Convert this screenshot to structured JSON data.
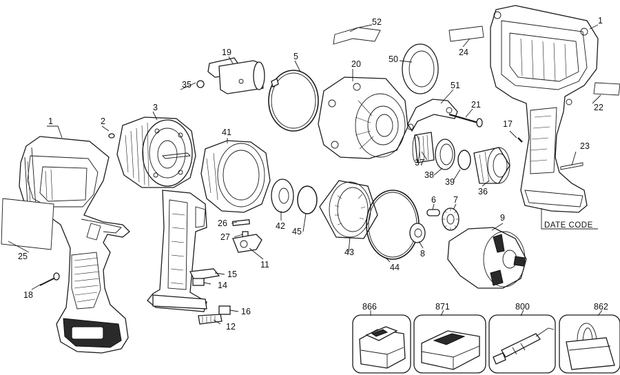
{
  "callouts": {
    "c1a": "1",
    "c1b": "1",
    "c2": "2",
    "c3": "3",
    "c5": "5",
    "c6": "6",
    "c7": "7",
    "c8": "8",
    "c9": "9",
    "c11": "11",
    "c12": "12",
    "c14": "14",
    "c15": "15",
    "c16": "16",
    "c17": "17",
    "c18": "18",
    "c19": "19",
    "c20": "20",
    "c21": "21",
    "c22": "22",
    "c23": "23",
    "c24": "24",
    "c25": "25",
    "c26": "26",
    "c27": "27",
    "c35": "35",
    "c36": "36",
    "c37": "37",
    "c38": "38",
    "c39": "39",
    "c41": "41",
    "c42": "42",
    "c43": "43",
    "c44": "44",
    "c45": "45",
    "c50": "50",
    "c51": "51",
    "c52": "52",
    "c866": "866",
    "c871": "871",
    "c800": "800",
    "c862": "862"
  },
  "date_code_label": "DATE CODE"
}
